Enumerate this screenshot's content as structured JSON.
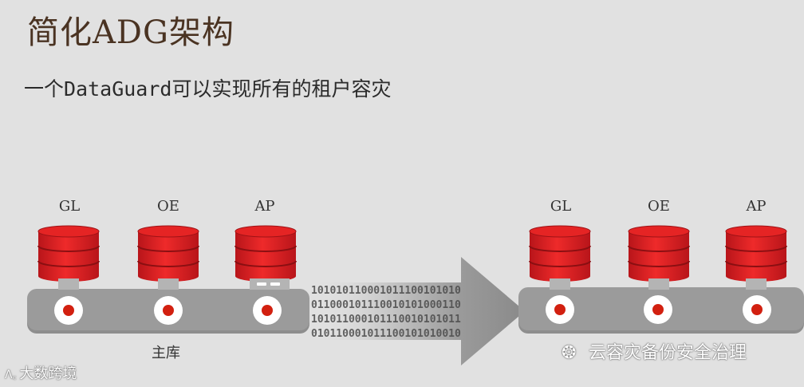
{
  "title": "简化ADG架构",
  "subtitle": "一个DataGuard可以实现所有的租户容灾",
  "primary": {
    "caption": "主库",
    "databases": [
      "GL",
      "OE",
      "AP"
    ]
  },
  "standby": {
    "databases": [
      "GL",
      "OE",
      "AP"
    ]
  },
  "transfer_bits": [
    "101010110001011100101010",
    "011000101110010101000110",
    "101011000101110010101011",
    "010110001011100101010010"
  ],
  "watermark_left": "大数跨境",
  "watermark_right": "云容灾备份安全治理",
  "colors": {
    "db_red": "#d81e1e",
    "port_red": "#d22010",
    "platform": "#9b9b9b",
    "background": "#e1e1e1"
  }
}
